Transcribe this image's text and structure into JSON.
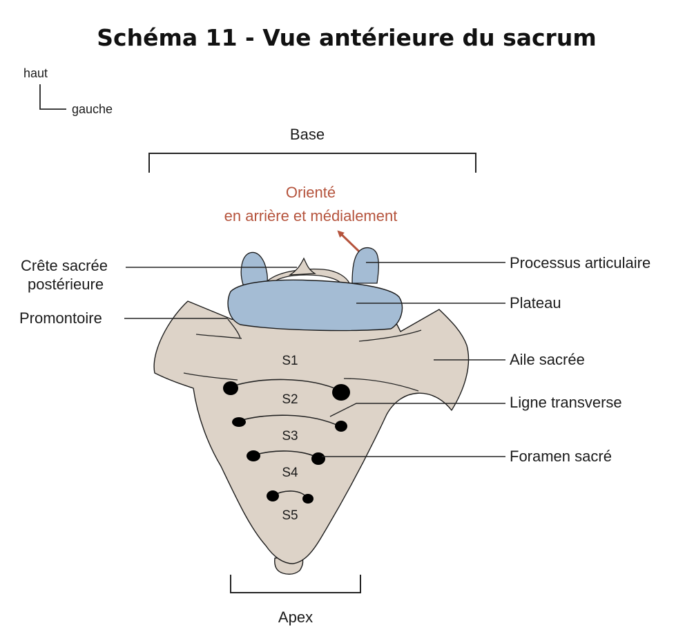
{
  "title": "Schéma 11 - Vue antérieure du sacrum",
  "orientation": {
    "up": "haut",
    "left": "gauche"
  },
  "brackets": {
    "top": "Base",
    "bottom": "Apex"
  },
  "note": {
    "line1": "Orienté",
    "line2": "en arrière et médialement"
  },
  "labels": {
    "crest_line1": "Crête sacrée",
    "crest_line2": "postérieure",
    "promontory": "Promontoire",
    "articular_process": "Processus articulaire",
    "plateau": "Plateau",
    "wing": "Aile sacrée",
    "transverse_line": "Ligne transverse",
    "foramen": "Foramen sacré"
  },
  "segments": [
    "S1",
    "S2",
    "S3",
    "S4",
    "S5"
  ],
  "colors": {
    "bone": "#ddd3c8",
    "cartilage": "#a4bcd4",
    "outline": "#1a1a1a",
    "note": "#b5533c",
    "foramen": "#000000"
  }
}
